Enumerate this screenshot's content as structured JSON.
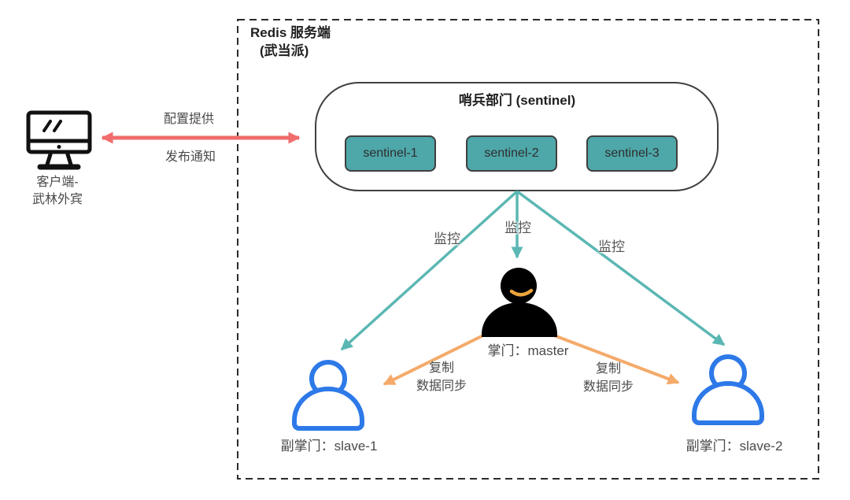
{
  "diagram": {
    "server_box": {
      "title_line1": "Redis 服务端",
      "title_line2": "(武当派)"
    },
    "sentinel_group": {
      "title": "哨兵部门 (sentinel)",
      "nodes": [
        {
          "label": "sentinel-1"
        },
        {
          "label": "sentinel-2"
        },
        {
          "label": "sentinel-3"
        }
      ]
    },
    "client": {
      "label_line1": "客户端-",
      "label_line2": "武林外宾",
      "icon": "monitor-icon"
    },
    "client_link": {
      "label_top": "配置提供",
      "label_bottom": "发布通知"
    },
    "monitor_labels": [
      "监控",
      "监控",
      "监控"
    ],
    "master": {
      "label": "掌门：master",
      "icon": "person-filled-icon"
    },
    "slaves": [
      {
        "label": "副掌门：slave-1",
        "icon": "person-outline-icon"
      },
      {
        "label": "副掌门：slave-2",
        "icon": "person-outline-icon"
      }
    ],
    "replication_labels": [
      {
        "line1": "复制",
        "line2": "数据同步"
      },
      {
        "line1": "复制",
        "line2": "数据同步"
      }
    ],
    "colors": {
      "sentinel_node_fill": "#4ea7a9",
      "monitor_arrow": "#5bb7b3",
      "client_arrow": "#f16c6c",
      "replicate_arrow": "#f4aa6a",
      "slave_icon": "#2e79e8",
      "master_icon": "#000000",
      "smile": "#eca43c",
      "box_border": "#3f3f3f"
    }
  }
}
